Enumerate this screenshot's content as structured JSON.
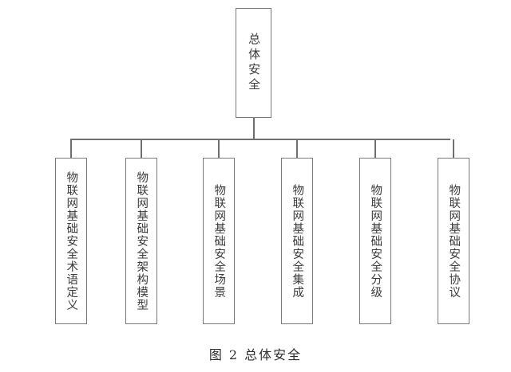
{
  "figure": {
    "caption": "图 2  总体安全",
    "background_color": "#ffffff",
    "line_color": "#6f6f6f",
    "box_border_color": "#7b7b7b",
    "text_color": "#3c3c3c"
  },
  "tree": {
    "root": {
      "label": "总体安全",
      "orientation": "vertical"
    },
    "children": [
      {
        "label": "物联网基础安全术语定义"
      },
      {
        "label": "物联网基础安全架构模型"
      },
      {
        "label": "物联网基础安全场景"
      },
      {
        "label": "物联网基础安全集成"
      },
      {
        "label": "物联网基础安全分级"
      },
      {
        "label": "物联网基础安全协议"
      }
    ]
  }
}
